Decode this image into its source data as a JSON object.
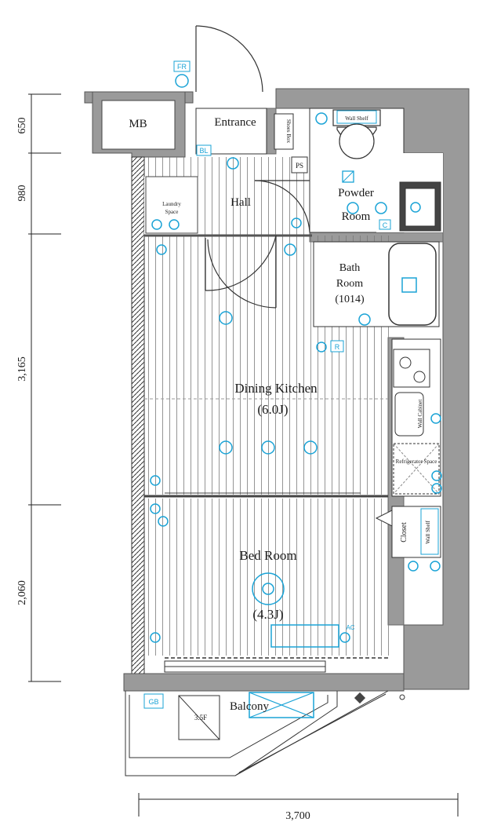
{
  "colors": {
    "wall_gray": "#9a9a9a",
    "wall_dark": "#7a7a7a",
    "floor_line": "#555555",
    "equipment": "#1aa3d6",
    "text": "#1a1a1a"
  },
  "rooms": {
    "mb": "MB",
    "entrance": "Entrance",
    "shoes_box": "Shoes Box",
    "hall": "Hall",
    "laundry_space": "Laundry Space",
    "powder_room": "Powder Room",
    "bath_room": "Bath Room (1014)",
    "dining_kitchen": "Dining Kitchen",
    "dining_kitchen_size": "(6.0J)",
    "bed_room": "Bed Room",
    "bed_room_size": "(4.3J)",
    "balcony": "Balcony",
    "refrigerator_space": "Refrigerator Space",
    "closet": "Closet",
    "wall_shelf": "Wall Shelf",
    "wall_cabinet": "Wall Cabinet"
  },
  "tags": {
    "fr": "FR",
    "bl": "BL",
    "ps": "PS",
    "c": "C",
    "r": "R",
    "gb": "GB",
    "ac": "AC",
    "floor_35": "3.5F"
  },
  "dimensions": {
    "left": [
      "650",
      "980",
      "3,165",
      "2,060"
    ],
    "bottom": "3,700"
  }
}
